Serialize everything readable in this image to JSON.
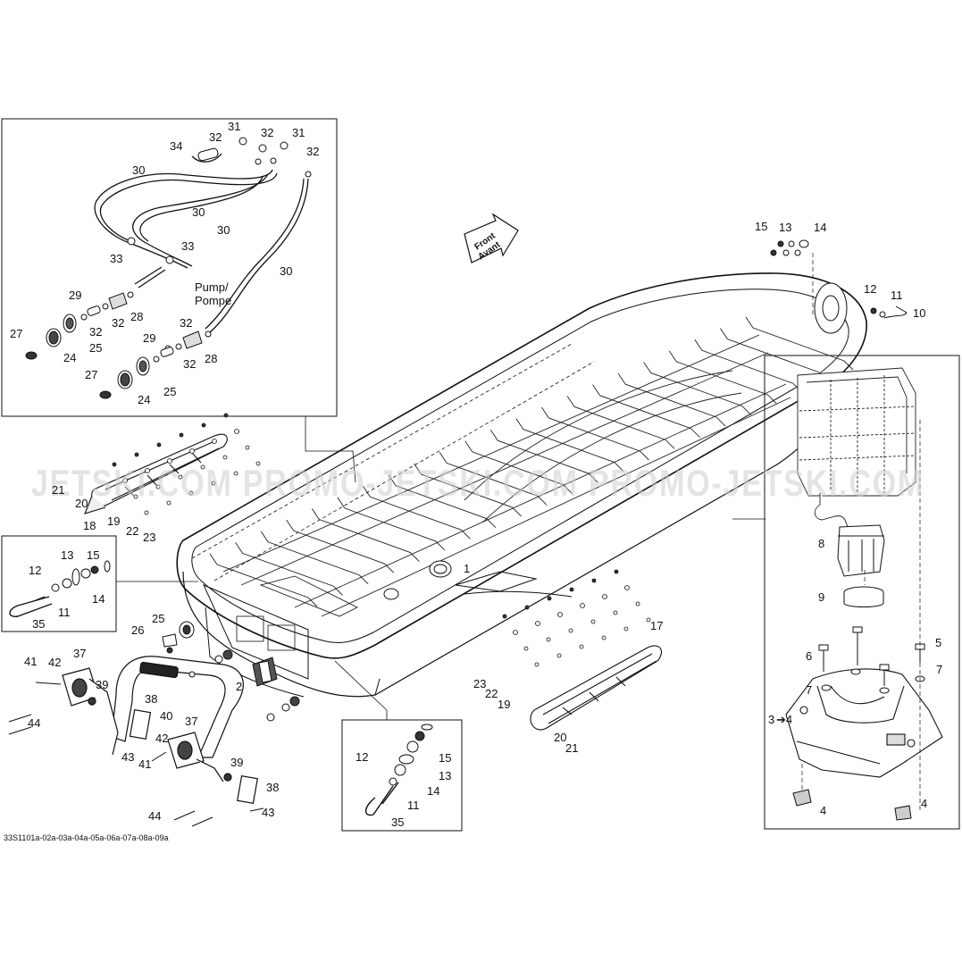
{
  "watermark": "JETSKI.COM  PROMO-JETSKI.COM  PROMO-JETSKI.COM",
  "reference_code": "33S1101a-02a-03a-04a-05a-06a-07a-08a-09a",
  "pump_label_line1": "Pump/",
  "pump_label_line2": "Pompe",
  "front_line1": "Front",
  "front_line2": "Avant",
  "callouts": {
    "c1": "1",
    "c2": "2",
    "c3": "3",
    "c3arrow": "➔4",
    "c4a": "4",
    "c4b": "4",
    "c5": "5",
    "c6": "6",
    "c7a": "7",
    "c7b": "7",
    "c8": "8",
    "c9": "9",
    "c10": "10",
    "c11a": "11",
    "c12a": "12",
    "c13a": "13",
    "c14a": "14",
    "c15a": "15",
    "c12b": "12",
    "c13b": "13",
    "c15b": "15",
    "c14b": "14",
    "c11b": "11",
    "c35a": "35",
    "c12c": "12",
    "c15c": "15",
    "c13c": "13",
    "c14c": "14",
    "c11c": "11",
    "c35b": "35",
    "c17": "17",
    "c18": "18",
    "c19a": "19",
    "c20a": "20",
    "c21a": "21",
    "c22a": "22",
    "c23a": "23",
    "c23b": "23",
    "c22b": "22",
    "c19b": "19",
    "c20b": "20",
    "c21b": "21",
    "c24a": "24",
    "c24b": "24",
    "c25a": "25",
    "c25b": "25",
    "c25c": "25",
    "c26": "26",
    "c27a": "27",
    "c27b": "27",
    "c28a": "28",
    "c28b": "28",
    "c29a": "29",
    "c29b": "29",
    "c30a": "30",
    "c30b": "30",
    "c30c": "30",
    "c30d": "30",
    "c31a": "31",
    "c31b": "31",
    "c32a": "32",
    "c32b": "32",
    "c32c": "32",
    "c32d": "32",
    "c32e": "32",
    "c32f": "32",
    "c32g": "32",
    "c33a": "33",
    "c33b": "33",
    "c34": "34",
    "c37a": "37",
    "c37b": "37",
    "c38a": "38",
    "c38b": "38",
    "c39a": "39",
    "c39b": "39",
    "c40": "40",
    "c41a": "41",
    "c41b": "41",
    "c42a": "42",
    "c42b": "42",
    "c43a": "43",
    "c43b": "43",
    "c44a": "44",
    "c44b": "44"
  }
}
